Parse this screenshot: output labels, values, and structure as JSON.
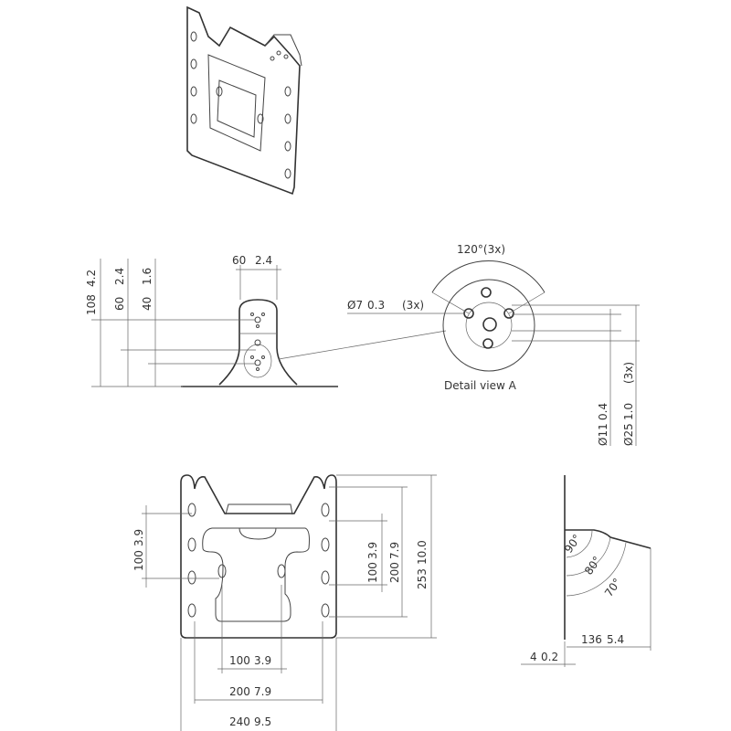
{
  "side_view": {
    "height_108": "108",
    "height_108_in": "4.2",
    "height_60": "60",
    "height_60_in": "2.4",
    "height_40": "40",
    "height_40_in": "1.6",
    "width_60": "60",
    "width_60_in": "2.4"
  },
  "detail": {
    "angle": "120°(3x)",
    "hole_dia": "Ø7",
    "hole_dia_in": "0.3",
    "hole_count": "(3x)",
    "label": "Detail view A",
    "dia_11": "Ø11",
    "dia_11_in": "0.4",
    "dia_25": "Ø25",
    "dia_25_in": "1.0",
    "dia_25_count": "(3x)"
  },
  "front_view": {
    "left_100": "100",
    "left_100_in": "3.9",
    "right_100": "100",
    "right_100_in": "3.9",
    "right_200": "200",
    "right_200_in": "7.9",
    "height_253": "253",
    "height_253_in": "10.0",
    "bottom_100": "100",
    "bottom_100_in": "3.9",
    "bottom_200": "200",
    "bottom_200_in": "7.9",
    "bottom_240": "240",
    "bottom_240_in": "9.5"
  },
  "profile_view": {
    "angle_90": "90°",
    "angle_80": "80°",
    "angle_70": "70°",
    "depth_136": "136",
    "depth_136_in": "5.4",
    "thickness_4": "4",
    "thickness_4_in": "0.2"
  }
}
